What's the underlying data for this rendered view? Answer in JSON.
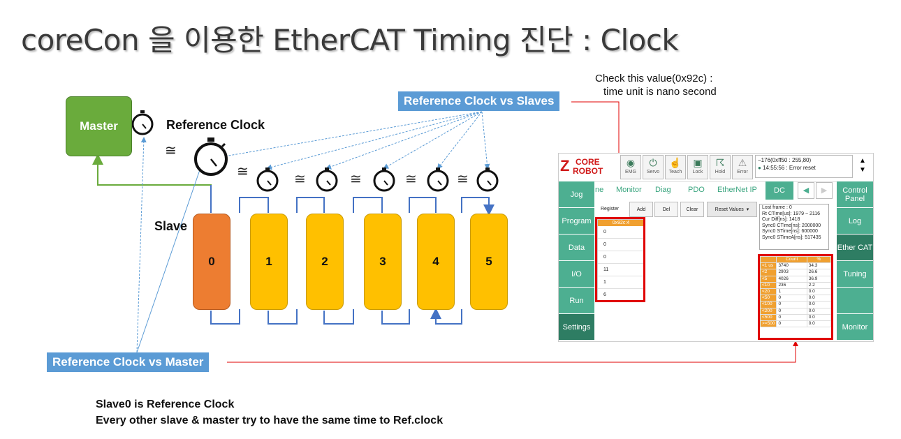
{
  "title": "coreCon 을 이용한 EtherCAT Timing 진단 : Clock",
  "master_label": "Master",
  "reference_clock_label": "Reference Clock",
  "slave_label": "Slave",
  "approx_symbol": "≅",
  "slaves": [
    "0",
    "1",
    "2",
    "3",
    "4",
    "5"
  ],
  "ref_vs_slaves": "Reference Clock vs Slaves",
  "ref_vs_master": "Reference Clock vs Master",
  "check_note_line1": "Check this value(0x92c) :",
  "check_note_line2": "time unit is nano second",
  "footer_line1": "Slave0 is Reference Clock",
  "footer_line2": "Every other slave & master try to have the same time to Ref.clock",
  "colors": {
    "master": "#6aab3c",
    "slave0": "#ed7d31",
    "slave": "#ffc000",
    "label_bg": "#5b9bd5",
    "red": "#e00000",
    "app_green": "#4daf91"
  },
  "app": {
    "logo_line1": "CORE",
    "logo_line2": "ROBOT",
    "toolbar": [
      "EMG",
      "Servo",
      "Teach",
      "Lock",
      "Hold",
      "Error"
    ],
    "status_line1": "−176(0xff50 : 255,80)",
    "status_line2": "14:55:56 : Error reset",
    "left_nav": [
      "Jog",
      "Program",
      "Data",
      "I/O",
      "Run",
      "Settings"
    ],
    "right_nav": [
      "Control Panel",
      "Log",
      "Ether CAT",
      "Tuning",
      "",
      "Monitor"
    ],
    "tabs": [
      "ne",
      "Monitor",
      "Diag",
      "PDO",
      "EtherNet IP",
      "DC"
    ],
    "actions": [
      "Register",
      "Add",
      "Del",
      "Clear",
      "Reset Values"
    ],
    "register_header": "0x92c:4",
    "register_values": [
      "0",
      "0",
      "0",
      "11",
      "1",
      "6"
    ],
    "info_lines": [
      "Lost frame : 0",
      "Rt CTime[us]: 1979 ~ 2116",
      "Cur Diff[ns]: 1418",
      "Sync0 CTime[ns]: 2000000",
      "Sync0 STime[ns]: 600000",
      "Sync0 STimeA[ns]: 517435"
    ],
    "count_headers": [
      "",
      "Count",
      "%"
    ],
    "count_rows": [
      [
        "<1 us",
        "3740",
        "34.3"
      ],
      [
        "<2",
        "2903",
        "26.6"
      ],
      [
        "<5",
        "4026",
        "36.9"
      ],
      [
        "<10",
        "236",
        "2.2"
      ],
      [
        "<20",
        "1",
        "0.0"
      ],
      [
        "<50",
        "0",
        "0.0"
      ],
      [
        "<100",
        "0",
        "0.0"
      ],
      [
        "<200",
        "0",
        "0.0"
      ],
      [
        "<500",
        "0",
        "0.0"
      ],
      [
        ">=500",
        "0",
        "0.0"
      ]
    ]
  }
}
